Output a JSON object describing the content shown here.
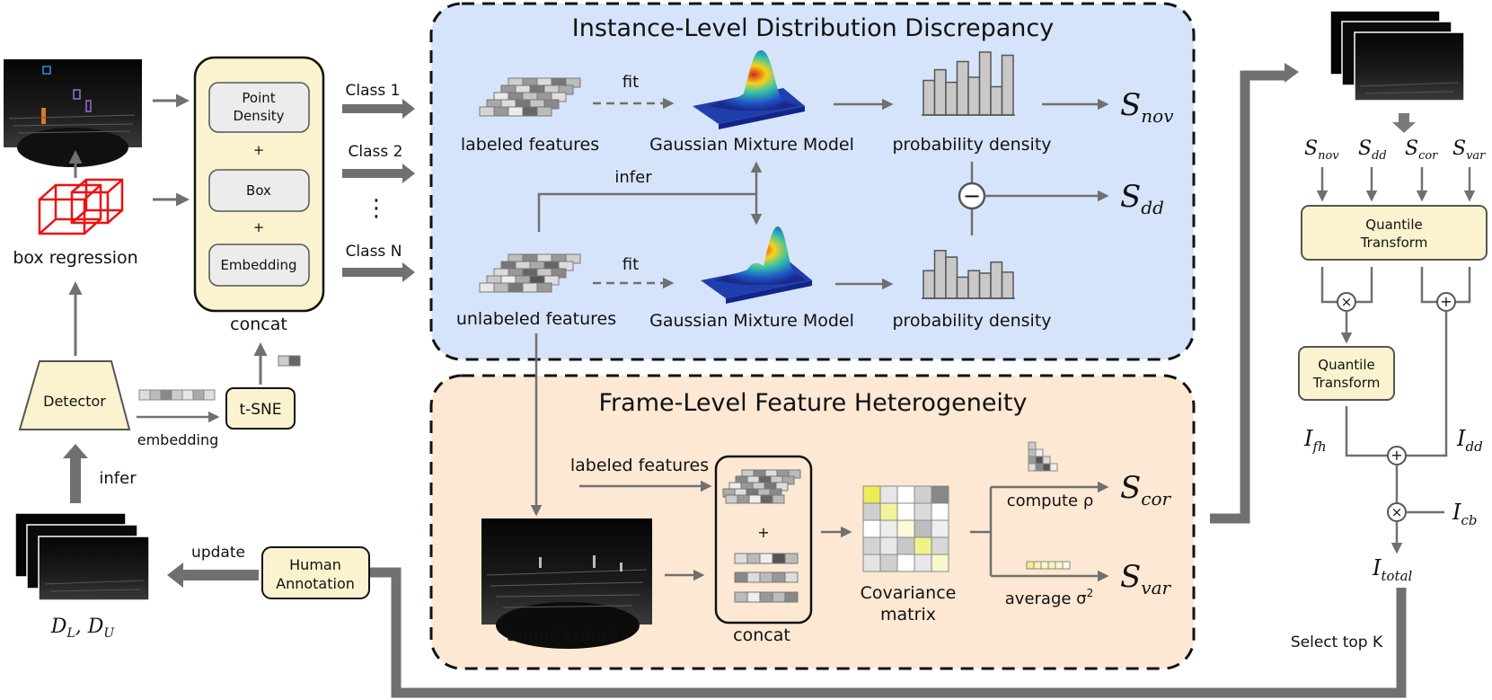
{
  "colors": {
    "blue_panel": "#d6e4fb",
    "orange_panel": "#fce8d3",
    "beige_box": "#fbf3cf",
    "gray_box": "#ececec",
    "arrow": "#707070",
    "dark_frame": "#0a0a0a"
  },
  "left": {
    "box_regression": "box regression",
    "features": [
      "Point Density",
      "Box",
      "Embedding"
    ],
    "plus": "+",
    "concat": "concat",
    "classes": [
      "Class 1",
      "Class 2",
      "Class N"
    ],
    "class_ellipsis": "⋮",
    "detector": "Detector",
    "embedding": "embedding",
    "tsne": "t-SNE",
    "infer": "infer",
    "update": "update",
    "human_annotation_line1": "Human",
    "human_annotation_line2": "Annotation",
    "dataset_label": "D_L, D_U",
    "dataset_d": "D",
    "dataset_sub_l": "L",
    "dataset_sep": ", ",
    "dataset_sub_u": "U"
  },
  "instance_panel": {
    "title": "Instance-Level Distribution Discrepancy",
    "labeled_features": "labeled features",
    "unlabeled_features": "unlabeled features",
    "fit": "fit",
    "infer": "infer",
    "gmm": "Gaussian Mixture Model",
    "prob_density": "probability density",
    "minus": "−",
    "scores": {
      "nov": {
        "s": "S",
        "sub": "nov"
      },
      "dd": {
        "s": "S",
        "sub": "dd"
      }
    },
    "hist_top": [
      0.55,
      0.72,
      0.52,
      0.85,
      0.6,
      1.0,
      0.45,
      0.95
    ],
    "hist_bottom": [
      0.55,
      0.95,
      0.82,
      0.42,
      0.55,
      0.5,
      0.72,
      0.52
    ]
  },
  "frame_panel": {
    "title": "Frame-Level Feature Heterogeneity",
    "labeled_features": "labeled features",
    "single_frame": "Single Frame",
    "plus": "+",
    "concat": "concat",
    "cov_line1": "Covariance",
    "cov_line2": "matrix",
    "compute_rho": "compute ρ",
    "average_sigma": "average σ",
    "sigma_power": "2",
    "scores": {
      "cor": {
        "s": "S",
        "sub": "cor"
      },
      "var": {
        "s": "S",
        "sub": "var"
      }
    }
  },
  "right": {
    "score_inputs": [
      {
        "s": "S",
        "sub": "nov"
      },
      {
        "s": "S",
        "sub": "dd"
      },
      {
        "s": "S",
        "sub": "cor"
      },
      {
        "s": "S",
        "sub": "var"
      }
    ],
    "quantile_top_line1": "Quantile",
    "quantile_top_line2": "Transform",
    "quantile_small_line1": "Quantile",
    "quantile_small_line2": "Transform",
    "times": "×",
    "plus": "+",
    "i_fh": {
      "s": "I",
      "sub": "fh"
    },
    "i_dd": {
      "s": "I",
      "sub": "dd"
    },
    "i_cb": {
      "s": "I",
      "sub": "cb"
    },
    "i_total": {
      "s": "I",
      "sub": "total"
    },
    "select_top_k": "Select top K"
  }
}
